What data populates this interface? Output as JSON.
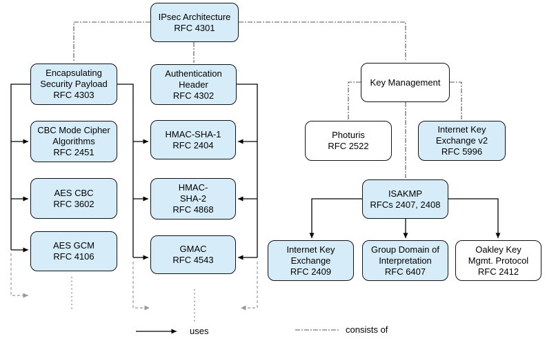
{
  "diagram": {
    "kind": "IPsec protocol suite relationship diagram",
    "legend": {
      "uses": "uses",
      "consists_of": "consists of"
    },
    "colors": {
      "node_fill_highlight": "#d6ecf8",
      "node_fill_plain": "#ffffff",
      "node_border": "#111111",
      "uses_line": "#000000",
      "consists_of_line": "#555555",
      "continuation_line": "#999999"
    },
    "nodes": {
      "ipsec": {
        "lines": [
          "IPsec Architecture",
          "RFC 4301"
        ]
      },
      "esp": {
        "lines": [
          "Encapsulating",
          "Security Payload",
          "RFC 4303"
        ]
      },
      "ah": {
        "lines": [
          "Authentication",
          "Header",
          "RFC 4302"
        ]
      },
      "cbc": {
        "lines": [
          "CBC Mode Cipher",
          "Algorithms",
          "RFC 2451"
        ]
      },
      "hmacsha1": {
        "lines": [
          "HMAC-SHA-1",
          "RFC 2404"
        ]
      },
      "aescbc": {
        "lines": [
          "AES CBC",
          "RFC 3602"
        ]
      },
      "hmacsha2": {
        "lines": [
          "HMAC-",
          "SHA-2",
          "RFC 4868"
        ]
      },
      "aesgcm": {
        "lines": [
          "AES GCM",
          "RFC 4106"
        ]
      },
      "gmac": {
        "lines": [
          "GMAC",
          "RFC 4543"
        ]
      },
      "keymgmt": {
        "lines": [
          "Key Management"
        ]
      },
      "photuris": {
        "lines": [
          "Photuris",
          "RFC 2522"
        ]
      },
      "ikev2": {
        "lines": [
          "Internet Key",
          "Exchange v2",
          "RFC 5996"
        ]
      },
      "isakmp": {
        "lines": [
          "ISAKMP",
          "RFCs 2407, 2408"
        ]
      },
      "ike": {
        "lines": [
          "Internet Key",
          "Exchange",
          "RFC 2409"
        ]
      },
      "gdoi": {
        "lines": [
          "Group Domain of",
          "Interpretation",
          "RFC 6407"
        ]
      },
      "oakley": {
        "lines": [
          "Oakley Key",
          "Mgmt. Protocol",
          "RFC 2412"
        ]
      }
    }
  }
}
